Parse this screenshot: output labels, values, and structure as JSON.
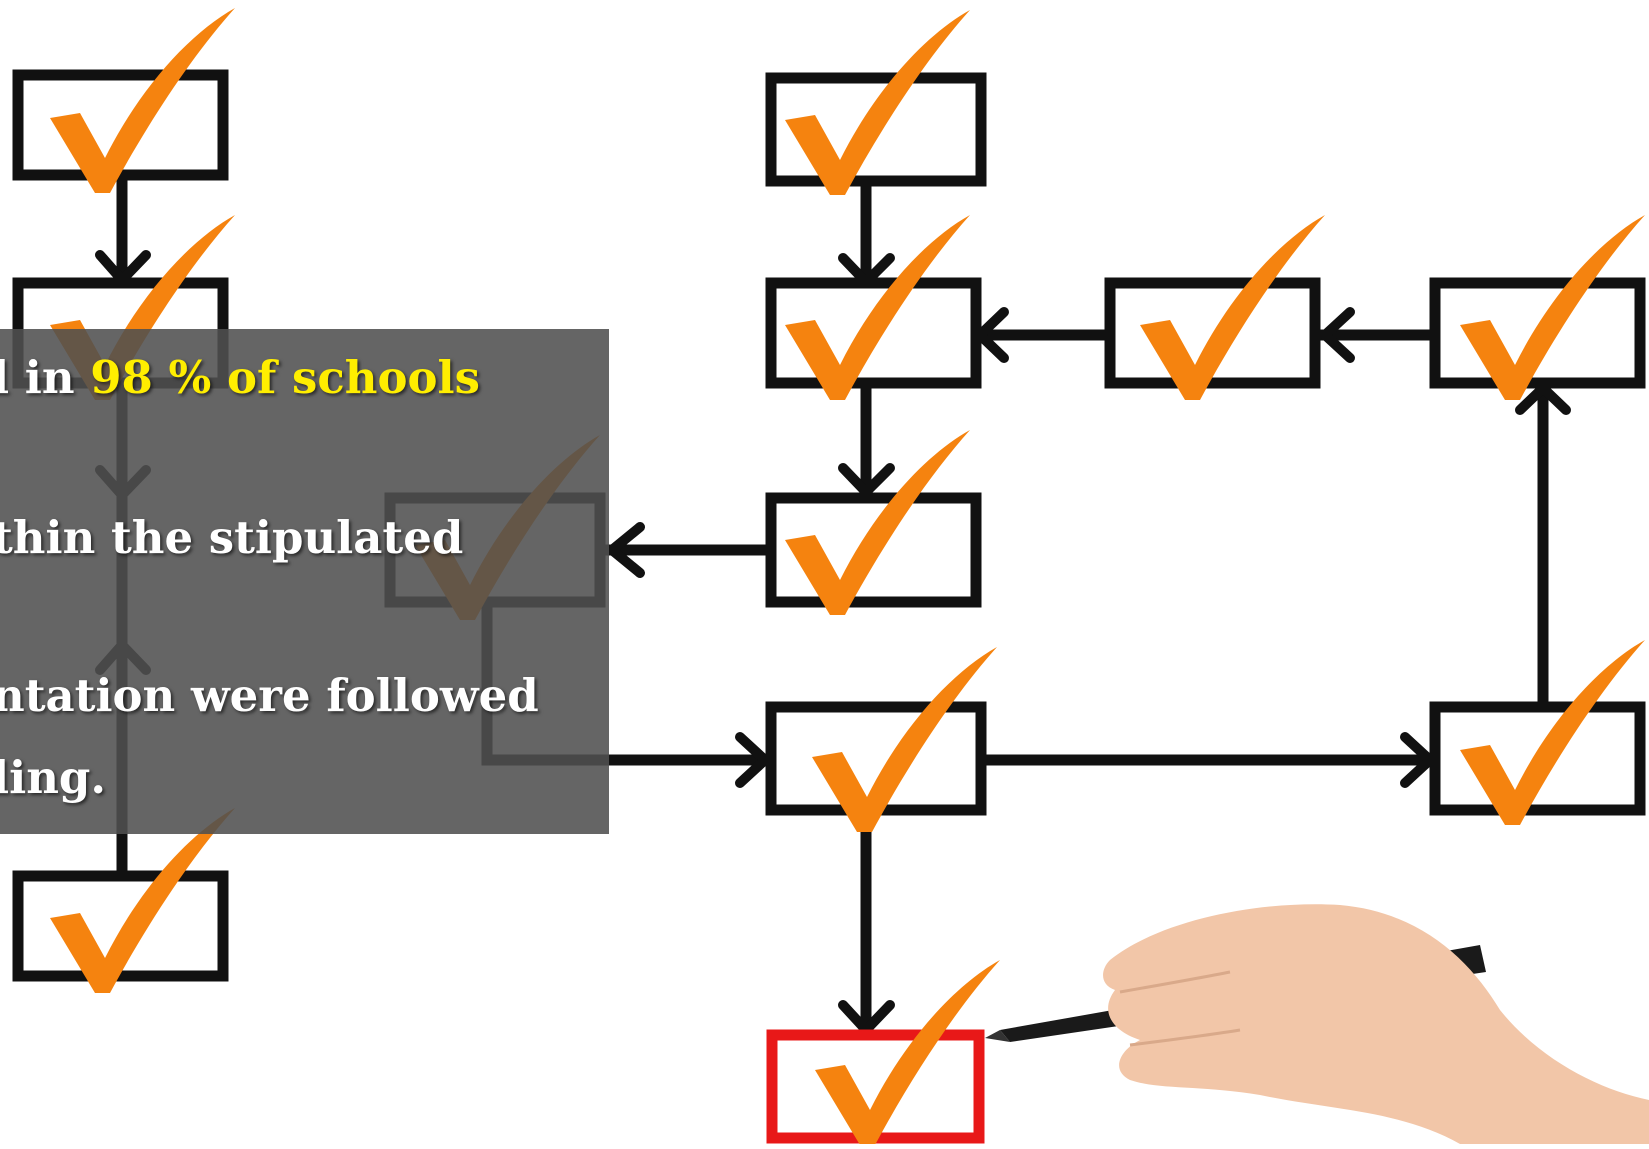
{
  "overlay": {
    "lines": [
      {
        "plain": "l in ",
        "highlight": "98 % of schools"
      },
      {
        "plain": "thin the stipulated"
      },
      {
        "plain": "ntation were followed"
      },
      {
        "plain": "ling."
      }
    ]
  },
  "colors": {
    "box_stroke": "#111111",
    "check": "#f5830f",
    "highlight_box": "#e81818",
    "overlay": "#505050",
    "text_highlight": "#ffee00",
    "text": "#ffffff"
  },
  "icons": [
    "checkmark-icon",
    "arrow-icon",
    "hand-with-pen"
  ]
}
